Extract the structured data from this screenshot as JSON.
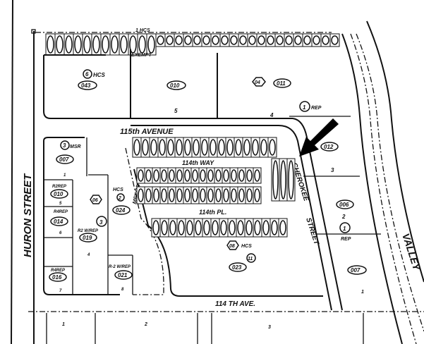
{
  "streets": {
    "huron": "HURON   STREET",
    "ave115": "115th  AVENUE",
    "way114": "114th WAY",
    "pl114": "114th PL.",
    "melody": "MELODY DR.",
    "cherokee": "CHEROKEE",
    "cherokee_street": "STREET",
    "ave114": "114 TH AVE.",
    "valley": "VALLEY"
  },
  "parcels": {
    "p043": {
      "num": "043",
      "tag": "6",
      "code": "HCS"
    },
    "p010": {
      "num": "010",
      "block": "5"
    },
    "p011": {
      "num": "011",
      "hex": "04",
      "block": "4"
    },
    "p012": {
      "num": "012",
      "block": "3",
      "tag": "1",
      "code": "REP"
    },
    "p006": {
      "num": "006",
      "block": "2",
      "tag": "1",
      "code": "REP"
    },
    "p007r": {
      "num": "007",
      "block": "1"
    },
    "p007l": {
      "num": "007",
      "tag": "3",
      "code": "MSR",
      "block": "1"
    },
    "p010l": {
      "num": "010",
      "code": "R2REP",
      "block": "5"
    },
    "p014": {
      "num": "014",
      "code": "R4REP",
      "block": "6"
    },
    "p019": {
      "num": "019",
      "code": "R2 W/REP",
      "tag": "3",
      "block": "4"
    },
    "p016": {
      "num": "016",
      "code": "R4REP",
      "block": "7"
    },
    "p021": {
      "num": "021",
      "code": "R-2 W/REP",
      "block": "8"
    },
    "p024": {
      "num": "024",
      "code": "HCS",
      "tag": "2",
      "hex": "06"
    },
    "p023": {
      "num": "023",
      "tag": "11",
      "hex": "08",
      "code": "HCS"
    },
    "exempt": "EXEMPT",
    "topcode": "1 HCS"
  },
  "bottom_blocks": [
    "1",
    "2",
    "3"
  ],
  "colors": {
    "ink": "#111111",
    "paper": "#ffffff",
    "arrow": "#000000"
  }
}
